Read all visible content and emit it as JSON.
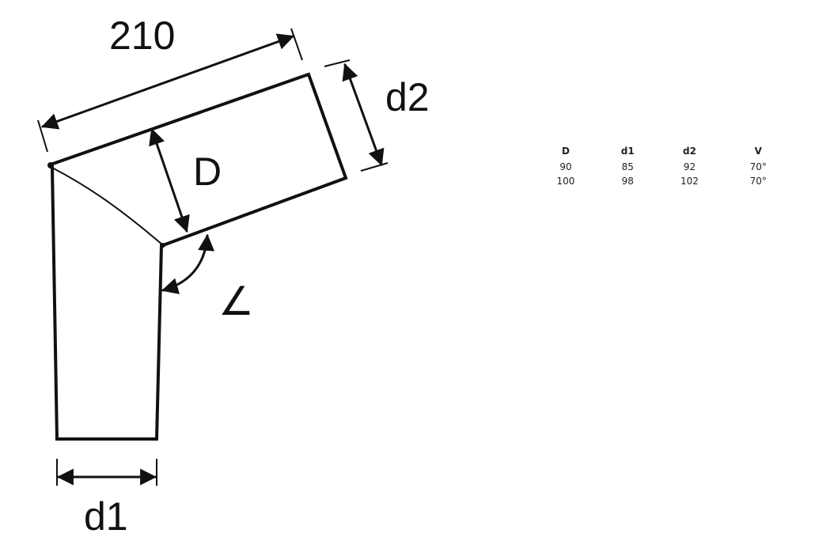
{
  "labels": {
    "length": "210",
    "d2": "d2",
    "D": "D",
    "angle": "∠",
    "d1": "d1"
  },
  "table": {
    "headers": [
      "D",
      "d1",
      "d2",
      "V"
    ],
    "rows": [
      [
        "90",
        "85",
        "92",
        "70°"
      ],
      [
        "100",
        "98",
        "102",
        "70°"
      ]
    ]
  }
}
